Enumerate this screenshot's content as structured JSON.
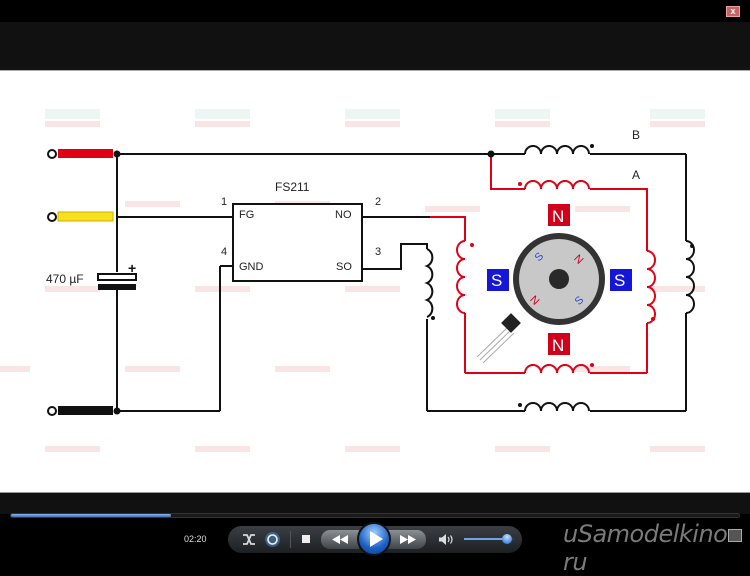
{
  "window": {
    "close_icon": "close-icon",
    "close_label": "x"
  },
  "diagram": {
    "chip_name": "FS211",
    "pins": {
      "p1": "1",
      "p2": "2",
      "p3": "3",
      "p4": "4",
      "fg": "FG",
      "no": "NO",
      "gnd": "GND",
      "so": "SO"
    },
    "capacitor_label": "470 µF",
    "capacitor_polarity": "+",
    "winding_b": "B",
    "winding_a": "A",
    "poles": {
      "top": "N",
      "bottom": "N",
      "left": "S",
      "right": "S"
    },
    "rotor_poles": [
      "S",
      "N",
      "N",
      "S"
    ],
    "colors": {
      "wire_red": "#e00016",
      "wire_yellow": "#f7e11e",
      "wire_black": "#111111",
      "pole_n": "#d1001b",
      "pole_s": "#1616d8",
      "rotor": "#c8c8c8"
    }
  },
  "player": {
    "time": "02:20",
    "progress_fraction": 0.22,
    "volume_fraction": 0.85,
    "buttons": {
      "shuffle": "shuffle-icon",
      "repeat": "repeat-icon",
      "stop": "stop-icon",
      "rewind": "rewind-icon",
      "play": "play-icon",
      "forward": "fast-forward-icon",
      "volume": "volume-icon"
    },
    "colors": {
      "accent": "#3d6fb8"
    }
  },
  "brand": {
    "text_left": "uSamodelkino",
    "text_right": "ru"
  }
}
